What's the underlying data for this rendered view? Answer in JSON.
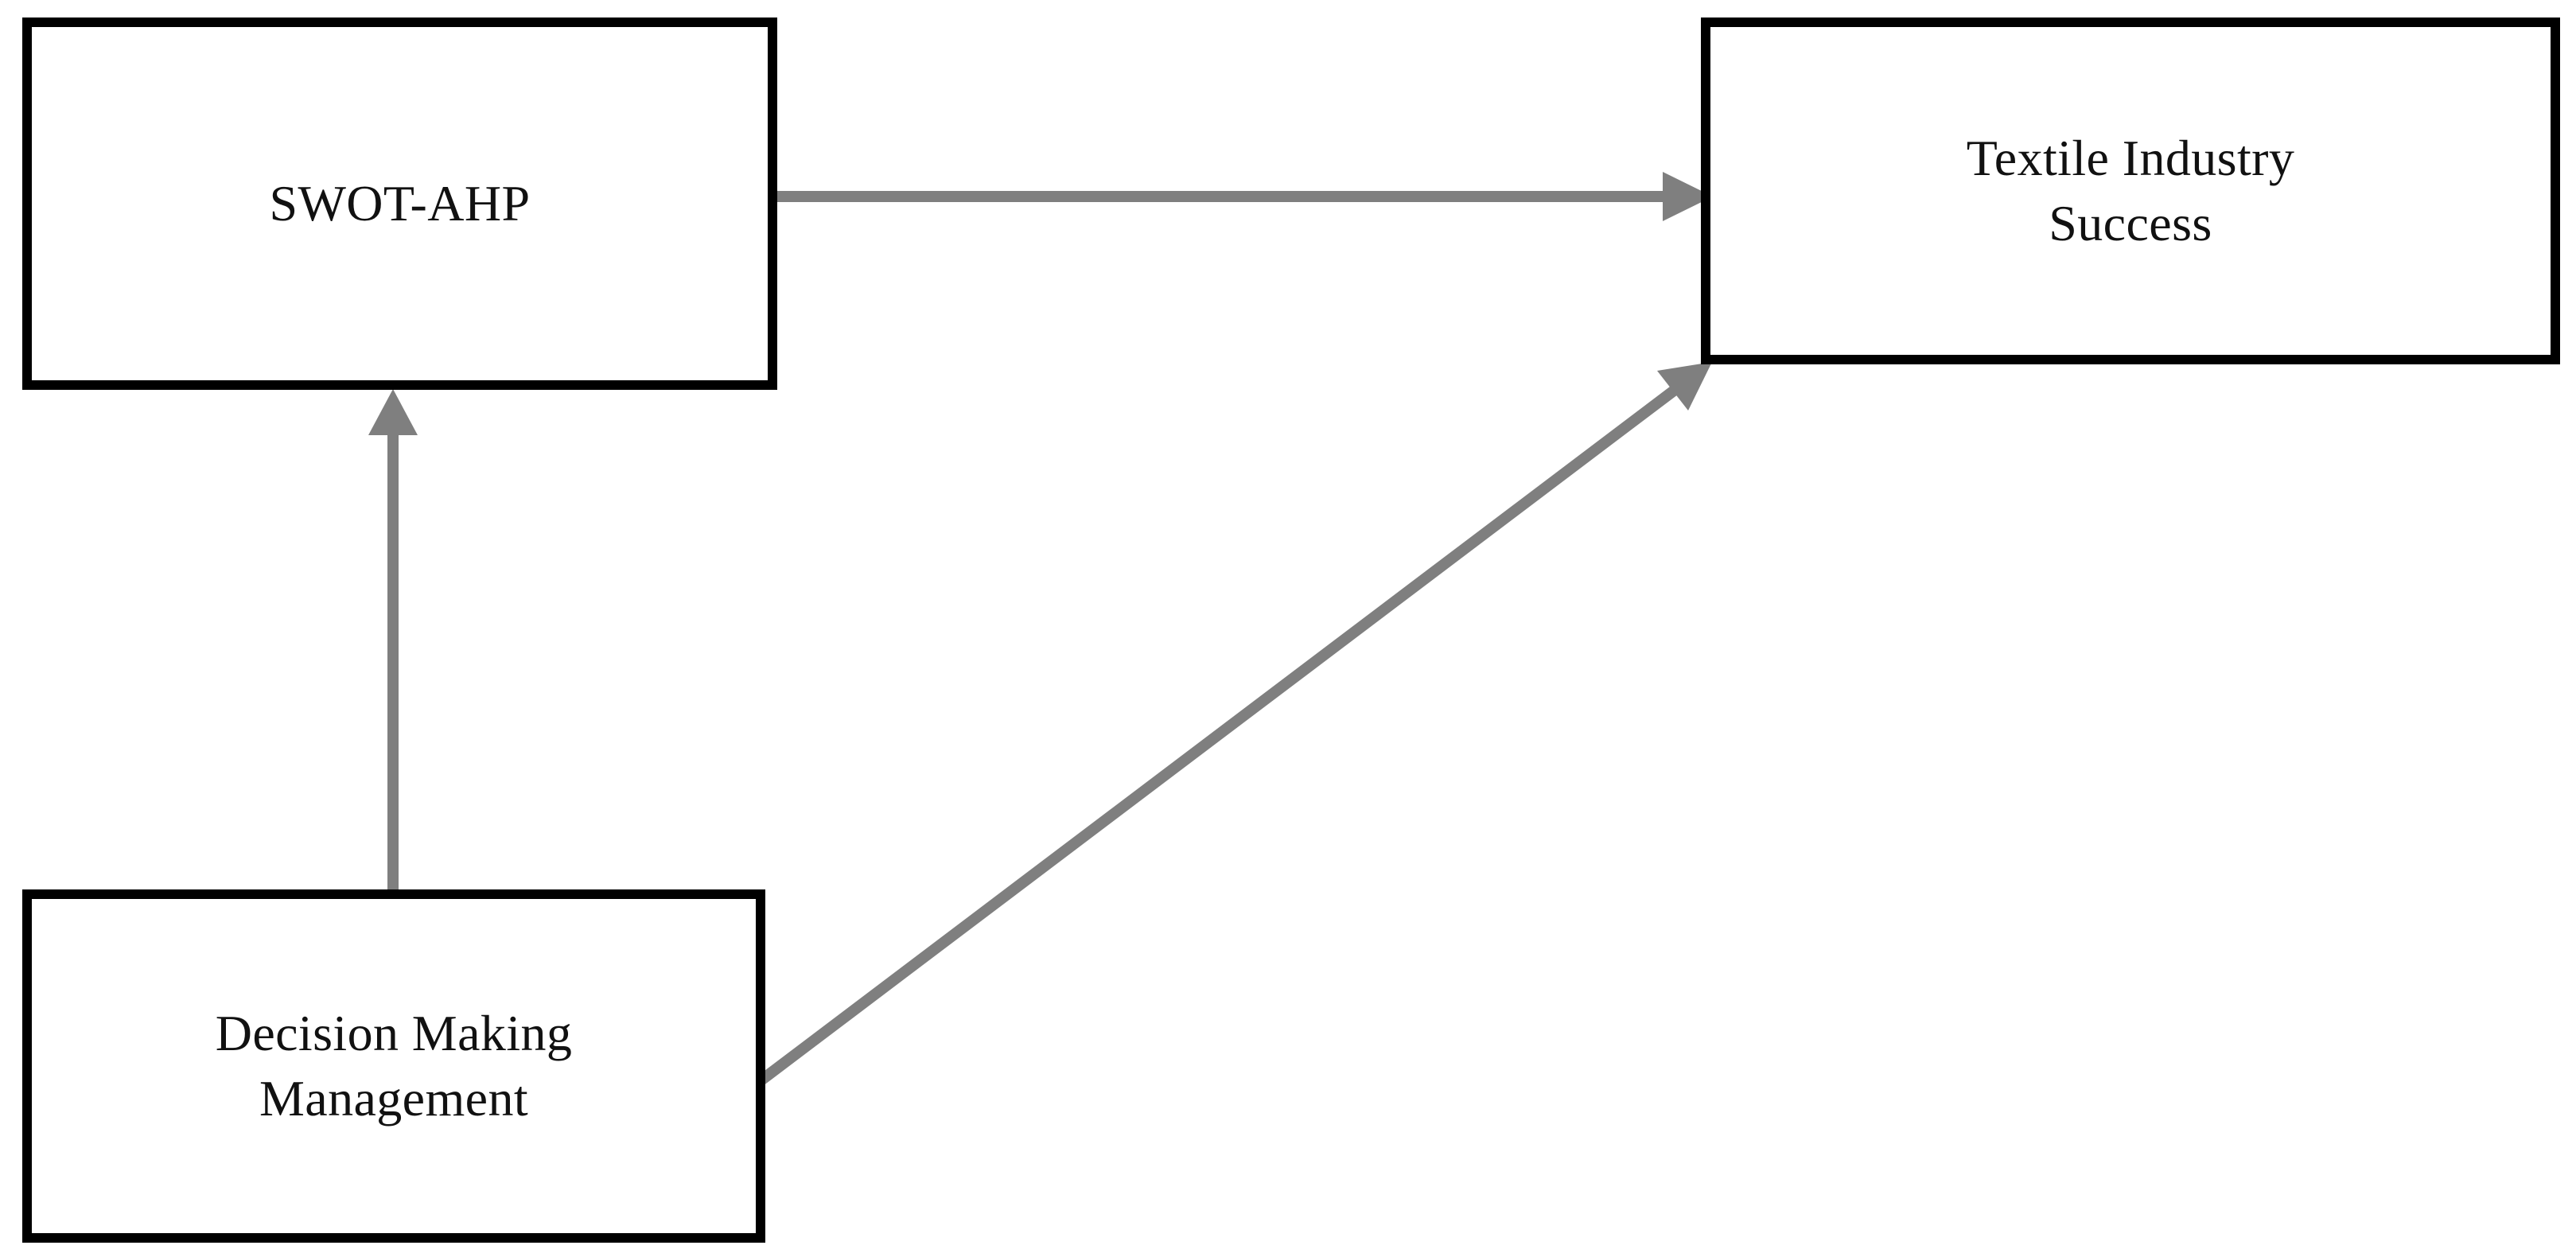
{
  "diagram": {
    "type": "conceptual-framework",
    "background_color": "#FFFFFF",
    "node_border_color": "#000000",
    "arrow_color": "#7F7F7F",
    "text_color": "#111111",
    "nodes": [
      {
        "id": "swot-ahp",
        "label": "SWOT-AHP",
        "position": "top-left"
      },
      {
        "id": "textile-success",
        "label": "Textile Industry\nSuccess",
        "line1": "Textile Industry",
        "line2": "Success",
        "position": "top-right"
      },
      {
        "id": "decision-making",
        "label": "Decision Making\nManagement",
        "line1": "Decision Making",
        "line2": "Management",
        "position": "bottom-left"
      }
    ],
    "edges": [
      {
        "id": "swot-to-success",
        "from": "swot-ahp",
        "to": "textile-success",
        "style": "solid",
        "direction": "horizontal-right",
        "arrowhead": "filled-triangle"
      },
      {
        "id": "decision-to-swot",
        "from": "decision-making",
        "to": "swot-ahp",
        "style": "solid",
        "direction": "vertical-up",
        "arrowhead": "filled-triangle"
      },
      {
        "id": "decision-to-success",
        "from": "decision-making",
        "to": "textile-success",
        "style": "solid",
        "direction": "diagonal-up-right",
        "arrowhead": "filled-triangle"
      }
    ]
  }
}
